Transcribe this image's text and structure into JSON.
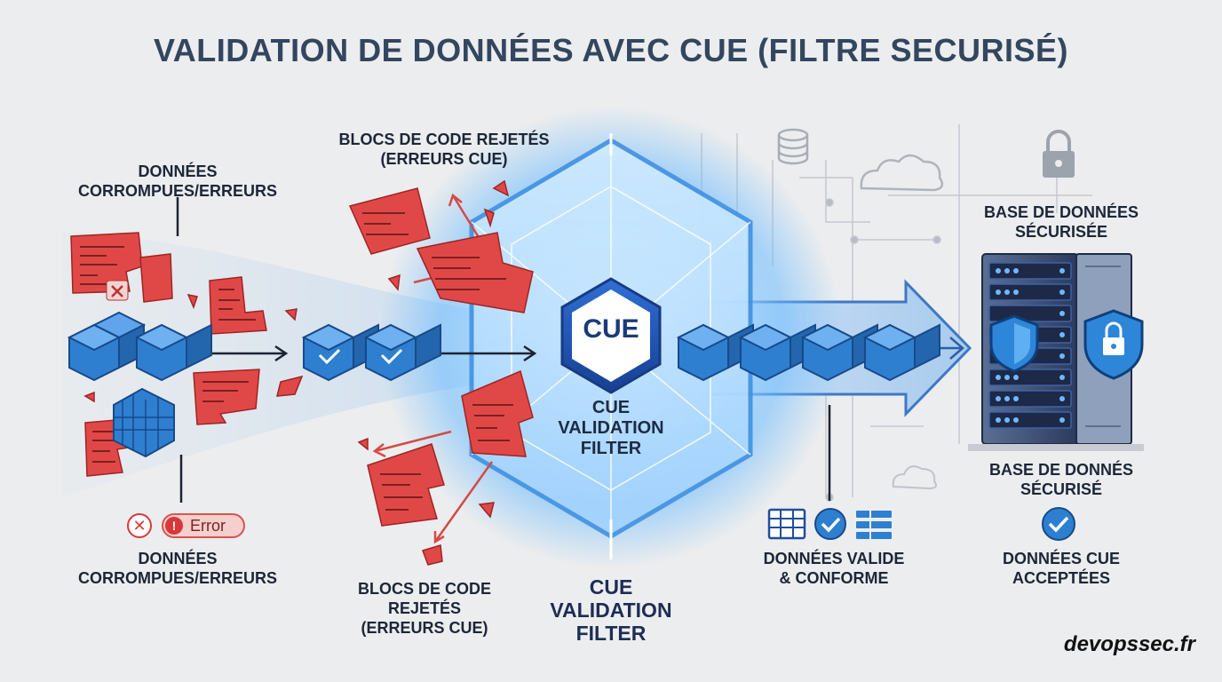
{
  "title": "VALIDATION DE DONNÉES AVEC CUE (FILTRE SECURISÉ)",
  "labels": {
    "corrupt_top": "DONNÉES\nCORROMPUES/ERREURS",
    "corrupt_bottom": "DONNÉES\nCORROMPUES/ERREURS",
    "rejected_top": "BLOCS DE CODE REJETÉS\n(ERREURS CUE)",
    "rejected_bottom": "BLOCS DE CODE\nREJETÉS\n(ERREURS CUE)",
    "cue_badge": "CUE",
    "filter_inner": "CUE\nVALIDATION\nFILTER",
    "filter_bottom": "CUE\nVALIDATION\nFILTER",
    "db_top": "BASE DE DONNÉES\nSÉCURISÉE",
    "db_bottom": "BASE DE DONNÉS\nSÉCURISÉ",
    "valid_data": "DONNÉES VALIDE\n& CONFORME",
    "accepted": "DONNÉES CUE\nACCEPTÉES",
    "error_badge": "Error",
    "watermark": "devopssec.fr"
  },
  "icons": {
    "error_x": "close-icon",
    "error_exclamation": "alert-icon",
    "valid_grid": "table-icon",
    "valid_check": "check-circle-icon",
    "valid_list": "list-icon",
    "accepted_check": "check-circle-icon",
    "database": "database-icon",
    "cloud": "cloud-icon",
    "lock": "lock-icon",
    "shield": "shield-icon"
  },
  "colors": {
    "error_red": "#e04848",
    "cube_blue": "#2f7fd0",
    "filter_glow": "#5fb4ff",
    "text_dark": "#1c2638",
    "title": "#33465f"
  }
}
